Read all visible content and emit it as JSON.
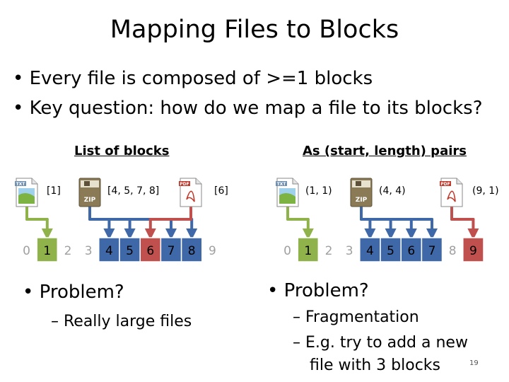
{
  "title": "Mapping Files to Blocks",
  "bullets": [
    "Every file is composed of >=1 blocks",
    "Key question: how do we map a file to its blocks?"
  ],
  "left": {
    "heading": "List of blocks",
    "files": [
      {
        "type": "txt",
        "label": "[1]",
        "color": "#8fb24a",
        "blocks": [
          1
        ]
      },
      {
        "type": "zip",
        "label": "[4, 5, 7, 8]",
        "color": "#3f68a8",
        "blocks": [
          4,
          5,
          7,
          8
        ]
      },
      {
        "type": "pdf",
        "label": "[6]",
        "color": "#c0504d",
        "blocks": [
          6
        ]
      }
    ],
    "problem": "Problem?",
    "answers": [
      "– Really large files"
    ]
  },
  "right": {
    "heading": "As (start, length) pairs",
    "files": [
      {
        "type": "txt",
        "label": "(1, 1)",
        "color": "#8fb24a",
        "blocks": [
          1
        ]
      },
      {
        "type": "zip",
        "label": "(4, 4)",
        "color": "#3f68a8",
        "blocks": [
          4,
          5,
          6,
          7
        ]
      },
      {
        "type": "pdf",
        "label": "(9, 1)",
        "color": "#c0504d",
        "blocks": [
          9
        ]
      }
    ],
    "problem": "Problem?",
    "answers": [
      "– Fragmentation",
      "– E.g. try to add a new",
      "file with 3 blocks"
    ]
  },
  "block_numbers": [
    "0",
    "1",
    "2",
    "3",
    "4",
    "5",
    "6",
    "7",
    "8",
    "9"
  ],
  "icon_text": {
    "zip": "ZIP",
    "pdf": "PDF",
    "txt": "TXT"
  },
  "page_number": "19",
  "colors": {
    "green": "#8fb24a",
    "blue": "#3f68a8",
    "red": "#c0504d",
    "empty": "#ffffff",
    "empty_text": "#a0a0a0"
  }
}
